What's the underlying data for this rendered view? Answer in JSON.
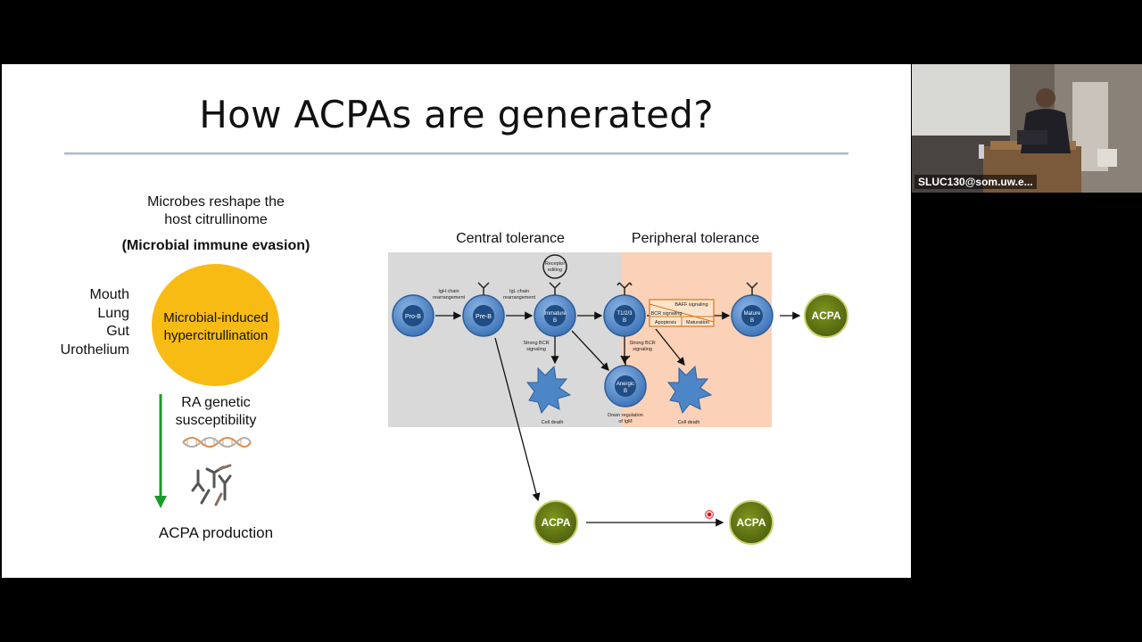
{
  "slide": {
    "title": "How ACPAs are generated?",
    "left_panel": {
      "heading_line1": "Microbes reshape the",
      "heading_line2": "host citrullinome",
      "emphasis": "(Microbial immune evasion)",
      "sites": [
        "Mouth",
        "Lung",
        "Gut",
        "Urothelium"
      ],
      "circle_line1": "Microbial-induced",
      "circle_line2": "hypercitrullination",
      "genetic_line1": "RA genetic",
      "genetic_line2": "susceptibility",
      "result": "ACPA production"
    },
    "diagram": {
      "central_label": "Central tolerance",
      "peripheral_label": "Peripheral tolerance",
      "cells": {
        "pro_b": "Pro-B",
        "pre_b": "Pre-B",
        "immature_b": [
          "Immature",
          "B"
        ],
        "t_b": [
          "T1/2/3",
          "B"
        ],
        "mature_b": [
          "Mature",
          "B"
        ],
        "anergic_b": [
          "Anergic",
          "B"
        ]
      },
      "step_labels": {
        "igh": [
          "IgH chain",
          "rearrangement"
        ],
        "igl": [
          "IgL chain",
          "rearrangement"
        ],
        "receptor": [
          "Receptor",
          "editing"
        ],
        "strong_bcr_1": [
          "Strong BCR",
          "signaling"
        ],
        "strong_bcr_2": [
          "Strong BCR",
          "signaling"
        ],
        "baff": "BAFF signaling",
        "bcr_signaling": "BCR signaling",
        "apoptosis": "Apoptosis",
        "maturation": "Maturation",
        "cell_death_1": "Cell death",
        "cell_death_2": "Cell death",
        "downreg": [
          "Down regulation",
          "of IgM"
        ]
      },
      "acpa": "ACPA"
    }
  },
  "camera": {
    "participant_name": "SLUC130@som.uw.e..."
  },
  "colors": {
    "circle_yellow": "#f8bb14",
    "arrow_green": "#1a9a2a",
    "acpa_green": "#6a7f16",
    "central_bg": "#d9d9d9",
    "peripheral_bg": "#fbd1b7",
    "cell_blue": "#4c86c6"
  }
}
